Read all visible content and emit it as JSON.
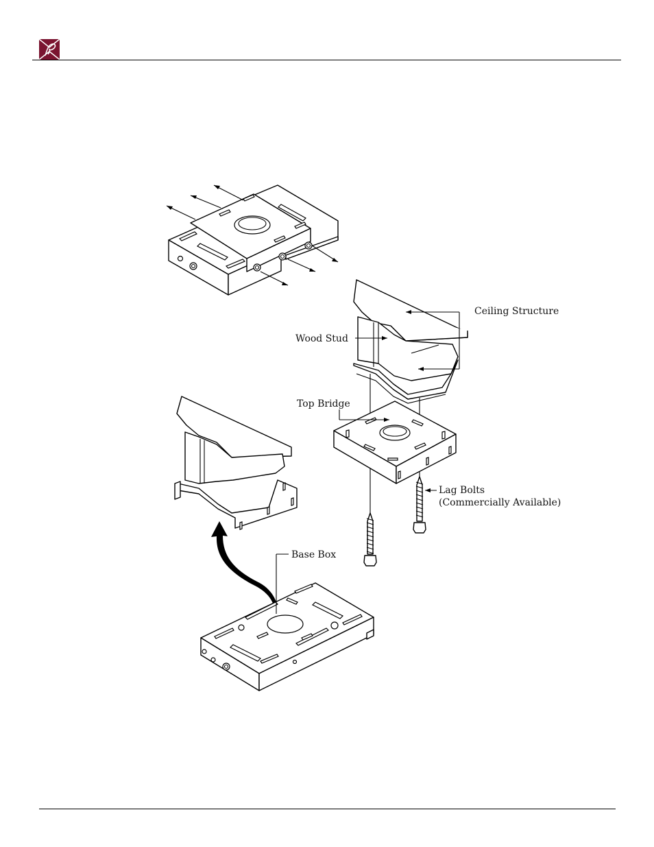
{
  "header": {
    "logo": "ppl-monogram-logo"
  },
  "labels": {
    "ceiling_structure": "Ceiling Structure",
    "wood_stud": "Wood Stud",
    "top_bridge": "Top Bridge",
    "lag_bolts_line1": "Lag Bolts",
    "lag_bolts_line2": "(Commercially Available)",
    "base_box": "Base Box"
  },
  "colors": {
    "logo_fill": "#7a1430",
    "ink": "#000000",
    "paper": "#ffffff"
  }
}
